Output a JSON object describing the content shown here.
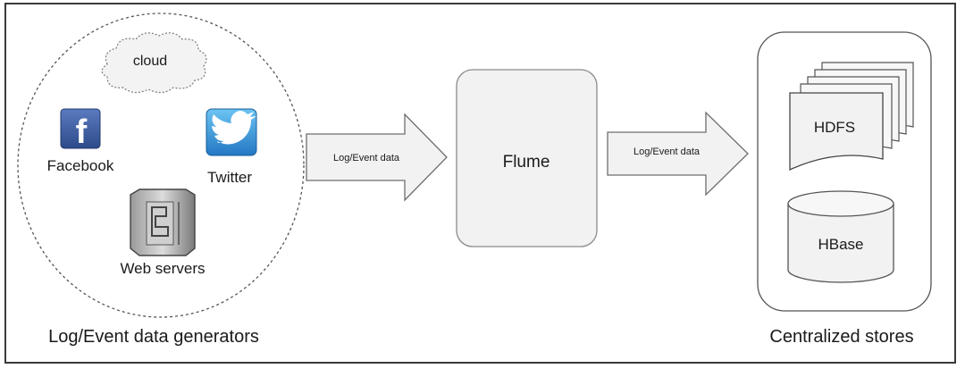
{
  "diagram": {
    "sources": {
      "cloud_label": "cloud",
      "facebook_label": "Facebook",
      "twitter_label": "Twitter",
      "webservers_label": "Web servers",
      "group_label": "Log/Event data generators"
    },
    "arrow_in_label": "Log/Event data",
    "flume_label": "Flume",
    "arrow_out_label": "Log/Event data",
    "stores": {
      "hdfs_label": "HDFS",
      "hbase_label": "HBase",
      "group_label": "Centralized stores"
    }
  },
  "colors": {
    "facebook": "#3b5998",
    "twitter": "#2f8fd6",
    "box_fill": "#f2f2f2",
    "stroke": "#6e6e6e",
    "frame": "#3a3a3a"
  },
  "icons": {
    "facebook": "facebook-icon",
    "twitter": "twitter-bird-icon",
    "webserver": "web-server-icon",
    "cloud": "cloud-icon",
    "hdfs": "document-stack-icon",
    "hbase": "database-cylinder-icon"
  }
}
